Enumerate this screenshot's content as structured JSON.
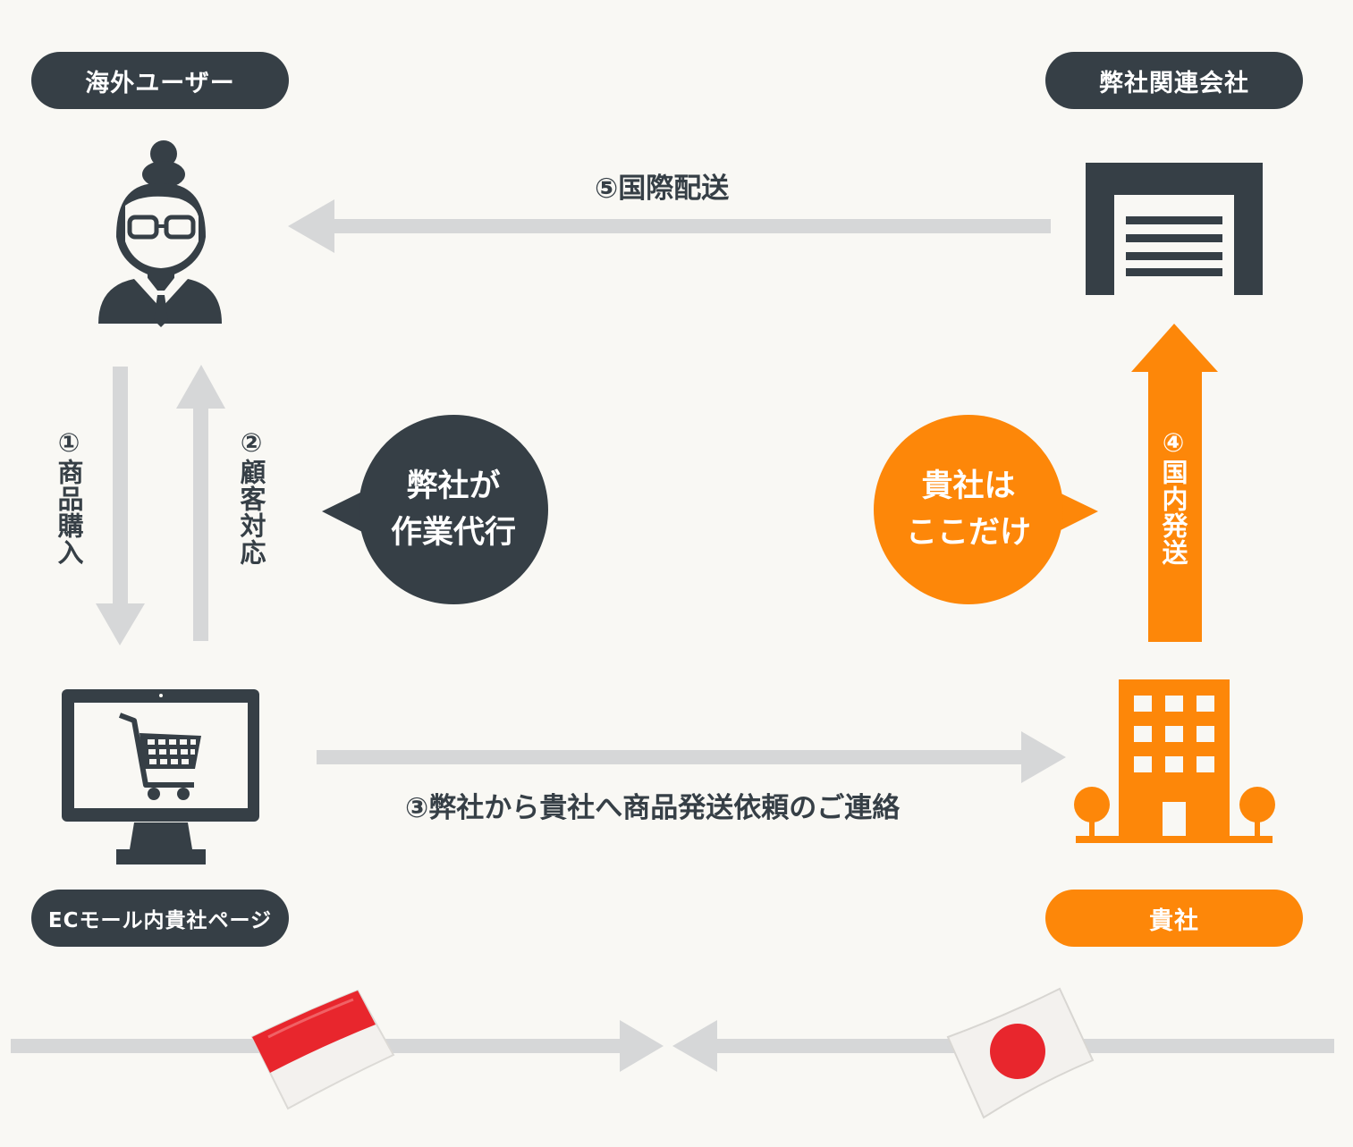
{
  "colors": {
    "dark": "#363f46",
    "orange": "#fd8709",
    "arrow_gray": "#d6d7d8",
    "background": "#f9f8f4"
  },
  "nodes": {
    "overseas_user": {
      "label": "海外ユーザー",
      "icon": "businessperson-icon"
    },
    "affiliate": {
      "label": "弊社関連会社",
      "icon": "warehouse-icon"
    },
    "ec_page": {
      "label": "ECモール内貴社ページ",
      "icon": "monitor-shopping-cart-icon"
    },
    "your_company": {
      "label": "貴社",
      "icon": "office-building-icon"
    }
  },
  "steps": {
    "step1": "①商品購入",
    "step2": "②顧客対応",
    "step3": "③弊社から貴社へ商品発送依頼のご連絡",
    "step4": "④国内発送",
    "step5": "⑤国際配送"
  },
  "bubbles": {
    "ours": {
      "line1": "弊社が",
      "line2": "作業代行"
    },
    "yours": {
      "line1": "貴社は",
      "line2": "ここだけ"
    }
  },
  "flags": {
    "left": {
      "icon": "indonesia-flag-icon"
    },
    "right": {
      "icon": "japan-flag-icon"
    }
  }
}
